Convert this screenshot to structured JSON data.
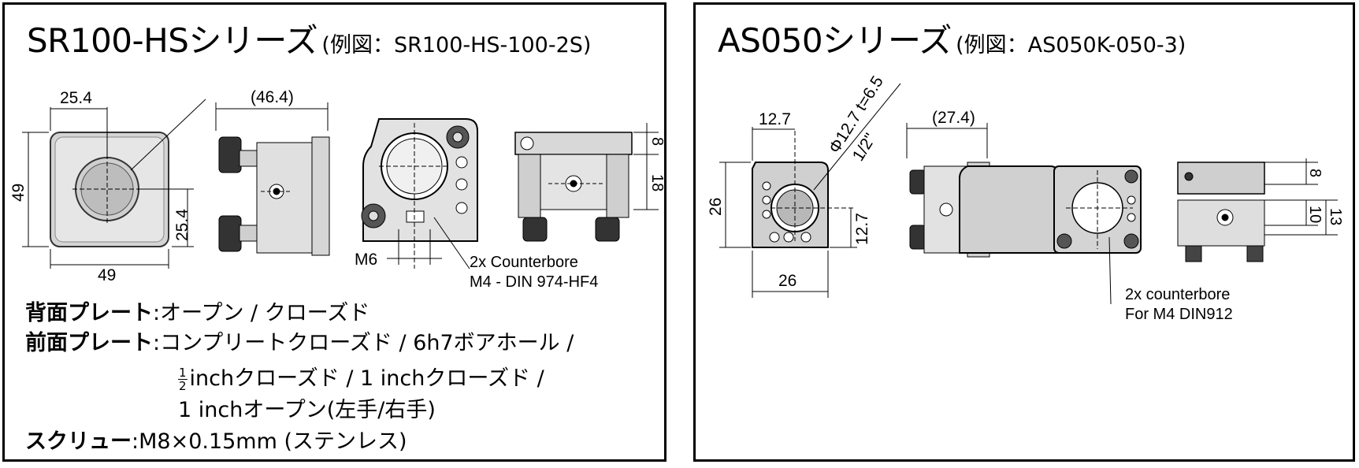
{
  "left_panel": {
    "title_main": "SR100-HSシリーズ",
    "title_sub": "(例図：SR100-HS-100-2S)",
    "dims": {
      "front_top": "25.4",
      "front_height": "49",
      "front_right": "25.4",
      "front_bottom": "49",
      "side_top": "(46.4)",
      "dim_8": "8",
      "dim_18": "18",
      "m6": "M6"
    },
    "callout_line1": "2x Counterbore",
    "callout_line2": "M4 - DIN 974-HF4",
    "specs": {
      "back_label": "背面プレート",
      "back_value": ":オープン / クローズド",
      "front_label": "前面プレート",
      "front_value": ":コンプリートクローズド / 6h7ボアホール /",
      "frac_num": "1",
      "frac_den": "2",
      "front_value_2": "inchクローズド / 1 inchクローズド /",
      "front_value_3": "1 inchオープン(左手/右手)",
      "screw_label": "スクリュー",
      "screw_value": ":M8×0.15mm (ステンレス)"
    }
  },
  "right_panel": {
    "title_main": "AS050シリーズ",
    "title_sub": "(例図：AS050K-050-3)",
    "dims": {
      "front_top": "12.7",
      "diameter": "Φ12.7 t=6.5",
      "inch": "1/2\"",
      "side_top": "(27.4)",
      "front_height": "26",
      "front_right": "12.7",
      "front_bottom": "26",
      "dim_8": "8",
      "dim_10": "10",
      "dim_13": "13"
    },
    "callout_line1": "2x counterbore",
    "callout_line2": "For M4 DIN912"
  }
}
